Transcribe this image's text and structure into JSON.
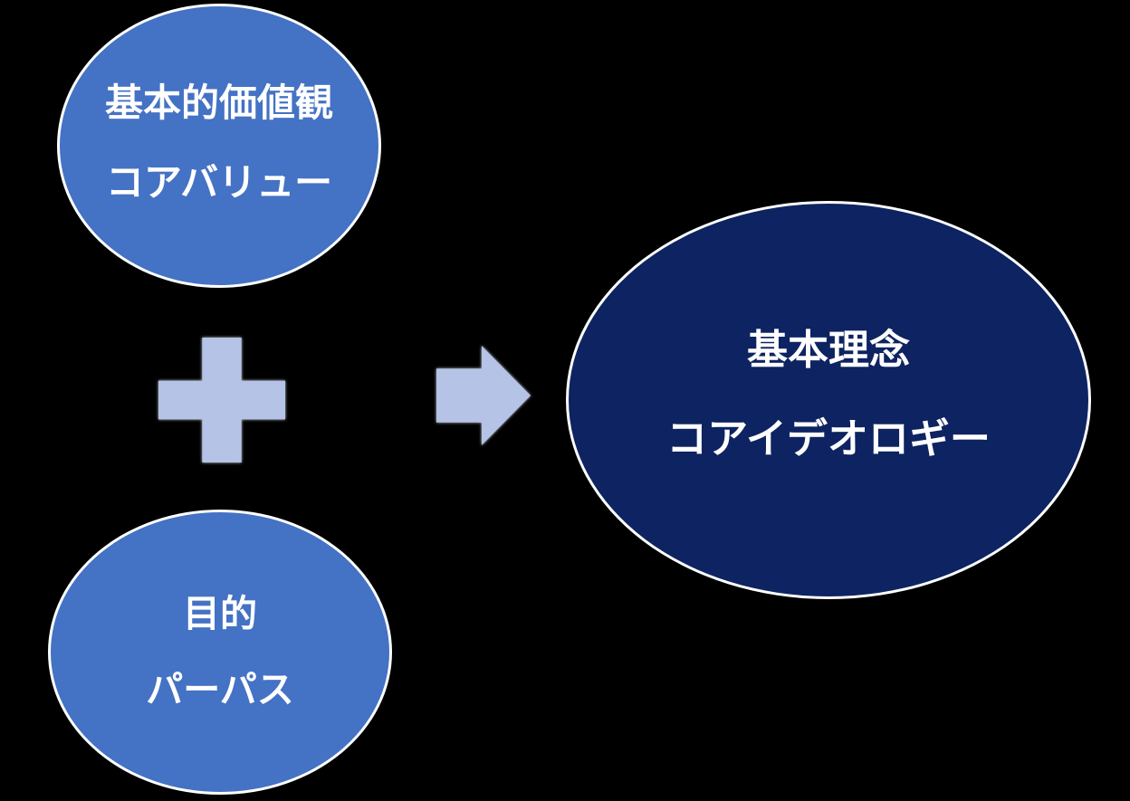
{
  "colors": {
    "background": "#000000",
    "input_circle_fill": "#4472C4",
    "circle_border": "#FFFFFF",
    "result_ellipse_fill": "#0E2361",
    "operator_fill": "#B4C3E6",
    "text": "#FFFFFF"
  },
  "core_values_circle": {
    "line1": "基本的価値観",
    "line2": "コアバリュー"
  },
  "purpose_circle": {
    "line1": "目的",
    "line2": "パーパス"
  },
  "core_ideology_ellipse": {
    "line1": "基本理念",
    "line2": "コアイデオロギー"
  },
  "operators": {
    "plus_icon": "plus",
    "arrow_icon": "arrow-right"
  }
}
